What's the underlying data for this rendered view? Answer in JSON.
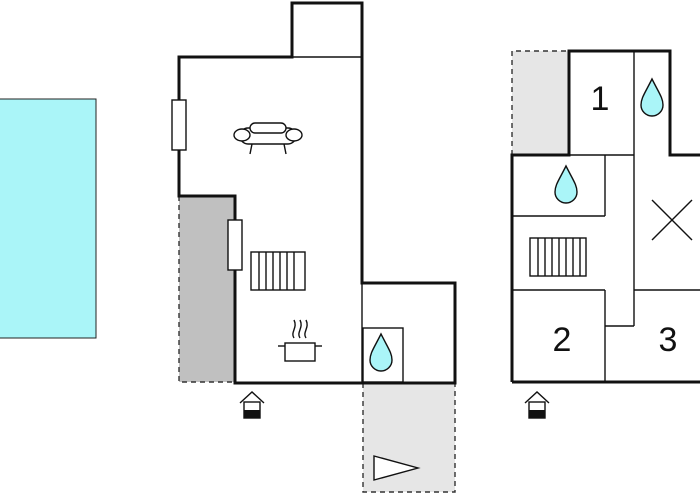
{
  "colors": {
    "pool": "#aaf5f8",
    "terrace_dark": "#c0c0c0",
    "terrace_light": "#e6e6e6",
    "wall": "#111111",
    "water_drop": "#aaf5f8"
  },
  "icons": [
    "sofa-icon",
    "stairs-icon",
    "cooking-pot-icon",
    "water-drop-icon",
    "radiator-icon",
    "entrance-icon",
    "void-cross-icon",
    "direction-arrow-icon"
  ],
  "rooms": {
    "bedroom_1": {
      "number": "1"
    },
    "bedroom_2": {
      "number": "2"
    },
    "bedroom_3": {
      "number": "3"
    }
  }
}
